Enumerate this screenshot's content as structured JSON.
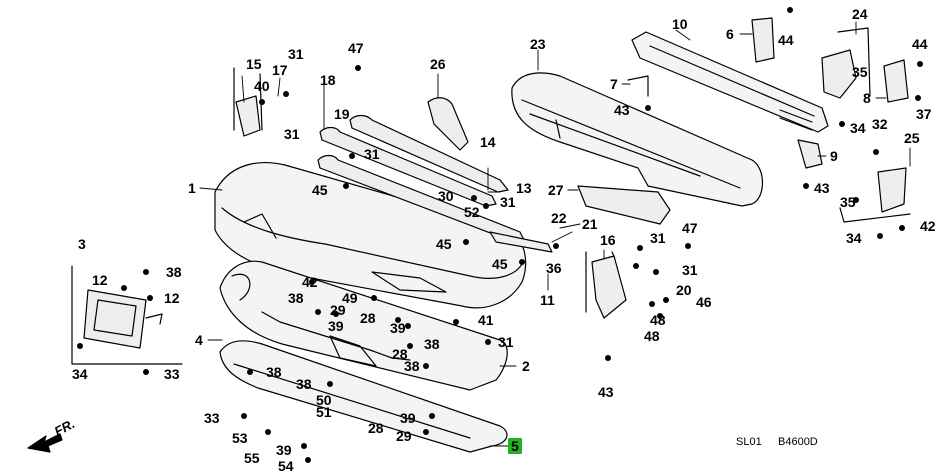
{
  "diagram": {
    "front_label": "FR.",
    "footer_left": "SL01",
    "footer_right": "B4600D",
    "highlight_color": "#21b321",
    "highlighted_callout": "5",
    "callouts": {
      "c1": "1",
      "c2": "2",
      "c3": "3",
      "c4": "4",
      "c5": "5",
      "c6": "6",
      "c7": "7",
      "c8": "8",
      "c9": "9",
      "c10": "10",
      "c11": "11",
      "c12a": "12",
      "c12b": "12",
      "c13": "13",
      "c14": "14",
      "c15": "15",
      "c16": "16",
      "c17": "17",
      "c18": "18",
      "c19": "19",
      "c20": "20",
      "c21": "21",
      "c22": "22",
      "c23": "23",
      "c24": "24",
      "c25": "25",
      "c26": "26",
      "c27": "27",
      "c28a": "28",
      "c28b": "28",
      "c28c": "28",
      "c29a": "29",
      "c29b": "29",
      "c30": "30",
      "c31a": "31",
      "c31b": "31",
      "c31c": "31",
      "c31d": "31",
      "c31e": "31",
      "c31f": "31",
      "c31g": "31",
      "c32": "32",
      "c33a": "33",
      "c33b": "33",
      "c34a": "34",
      "c34b": "34",
      "c34c": "34",
      "c35a": "35",
      "c35b": "35",
      "c36": "36",
      "c37": "37",
      "c38a": "38",
      "c38b": "38",
      "c38c": "38",
      "c38d": "38",
      "c38e": "38",
      "c38f": "38",
      "c39a": "39",
      "c39b": "39",
      "c39c": "39",
      "c39d": "39",
      "c40": "40",
      "c41": "41",
      "c42a": "42",
      "c42b": "42",
      "c43a": "43",
      "c43b": "43",
      "c43c": "43",
      "c44a": "44",
      "c44b": "44",
      "c45a": "45",
      "c45b": "45",
      "c45c": "45",
      "c46": "46",
      "c47a": "47",
      "c47b": "47",
      "c48a": "48",
      "c48b": "48",
      "c49": "49",
      "c50": "50",
      "c51": "51",
      "c52": "52",
      "c53": "53",
      "c54": "54",
      "c55": "55"
    }
  }
}
